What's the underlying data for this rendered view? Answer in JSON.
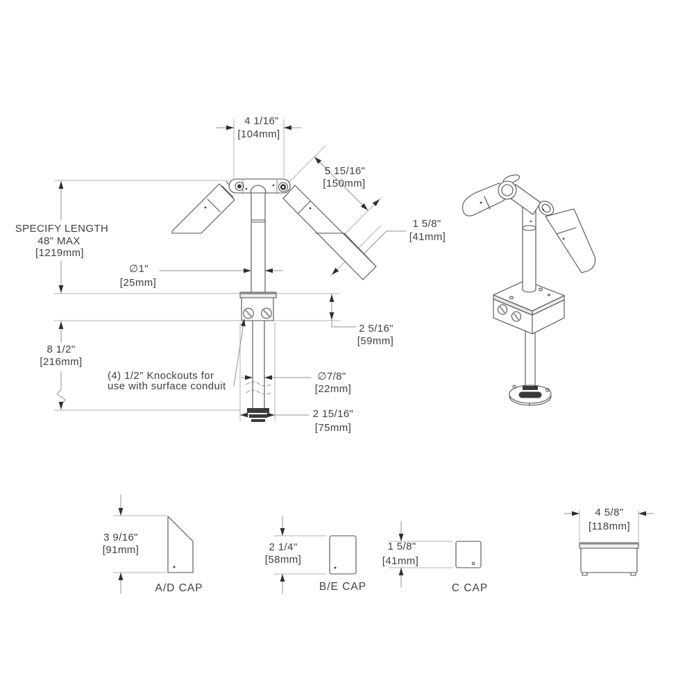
{
  "front_view": {
    "top_width_in": "4 1/16\"",
    "top_width_mm": "[104mm]",
    "head_length_in": "5 15/16\"",
    "head_length_mm": "[150mm]",
    "head_thickness_in": "1 5/8\"",
    "head_thickness_mm": "[41mm]",
    "specify_length_line1": "SPECIFY LENGTH",
    "specify_length_line2": "48\" MAX",
    "specify_length_line3": "[1219mm]",
    "pole_diameter_in": "∅1\"",
    "pole_diameter_mm": "[25mm]",
    "box_height_in": "2 5/16\"",
    "box_height_mm": "[59mm]",
    "lower_section_in": "8 1/2\"",
    "lower_section_mm": "[216mm]",
    "knockout_note_line1": "(4) 1/2\" Knockouts for",
    "knockout_note_line2": "use with surface conduit",
    "pipe_diameter_in": "∅7/8\"",
    "pipe_diameter_mm": "[22mm]",
    "box_width_in": "2 15/16\"",
    "box_width_mm": "[75mm]"
  },
  "caps": [
    {
      "label": "A/D CAP",
      "height_in": "3 9/16\"",
      "height_mm": "[91mm]"
    },
    {
      "label": "B/E CAP",
      "height_in": "2 1/4\"",
      "height_mm": "[58mm]"
    },
    {
      "label": "C CAP",
      "height_in": "1 5/8\"",
      "height_mm": "[41mm]"
    }
  ],
  "box_detail": {
    "width_in": "4 5/8\"",
    "width_mm": "[118mm]"
  },
  "colors": {
    "object_line": "#4f4f4f",
    "dimension_line": "#8f8f8f",
    "extension_line": "#b3b3b3",
    "arrow": "#2e2e2e",
    "text": "#3f3f3f",
    "dark_fill": "#3a3a3a",
    "background": "#ffffff"
  }
}
